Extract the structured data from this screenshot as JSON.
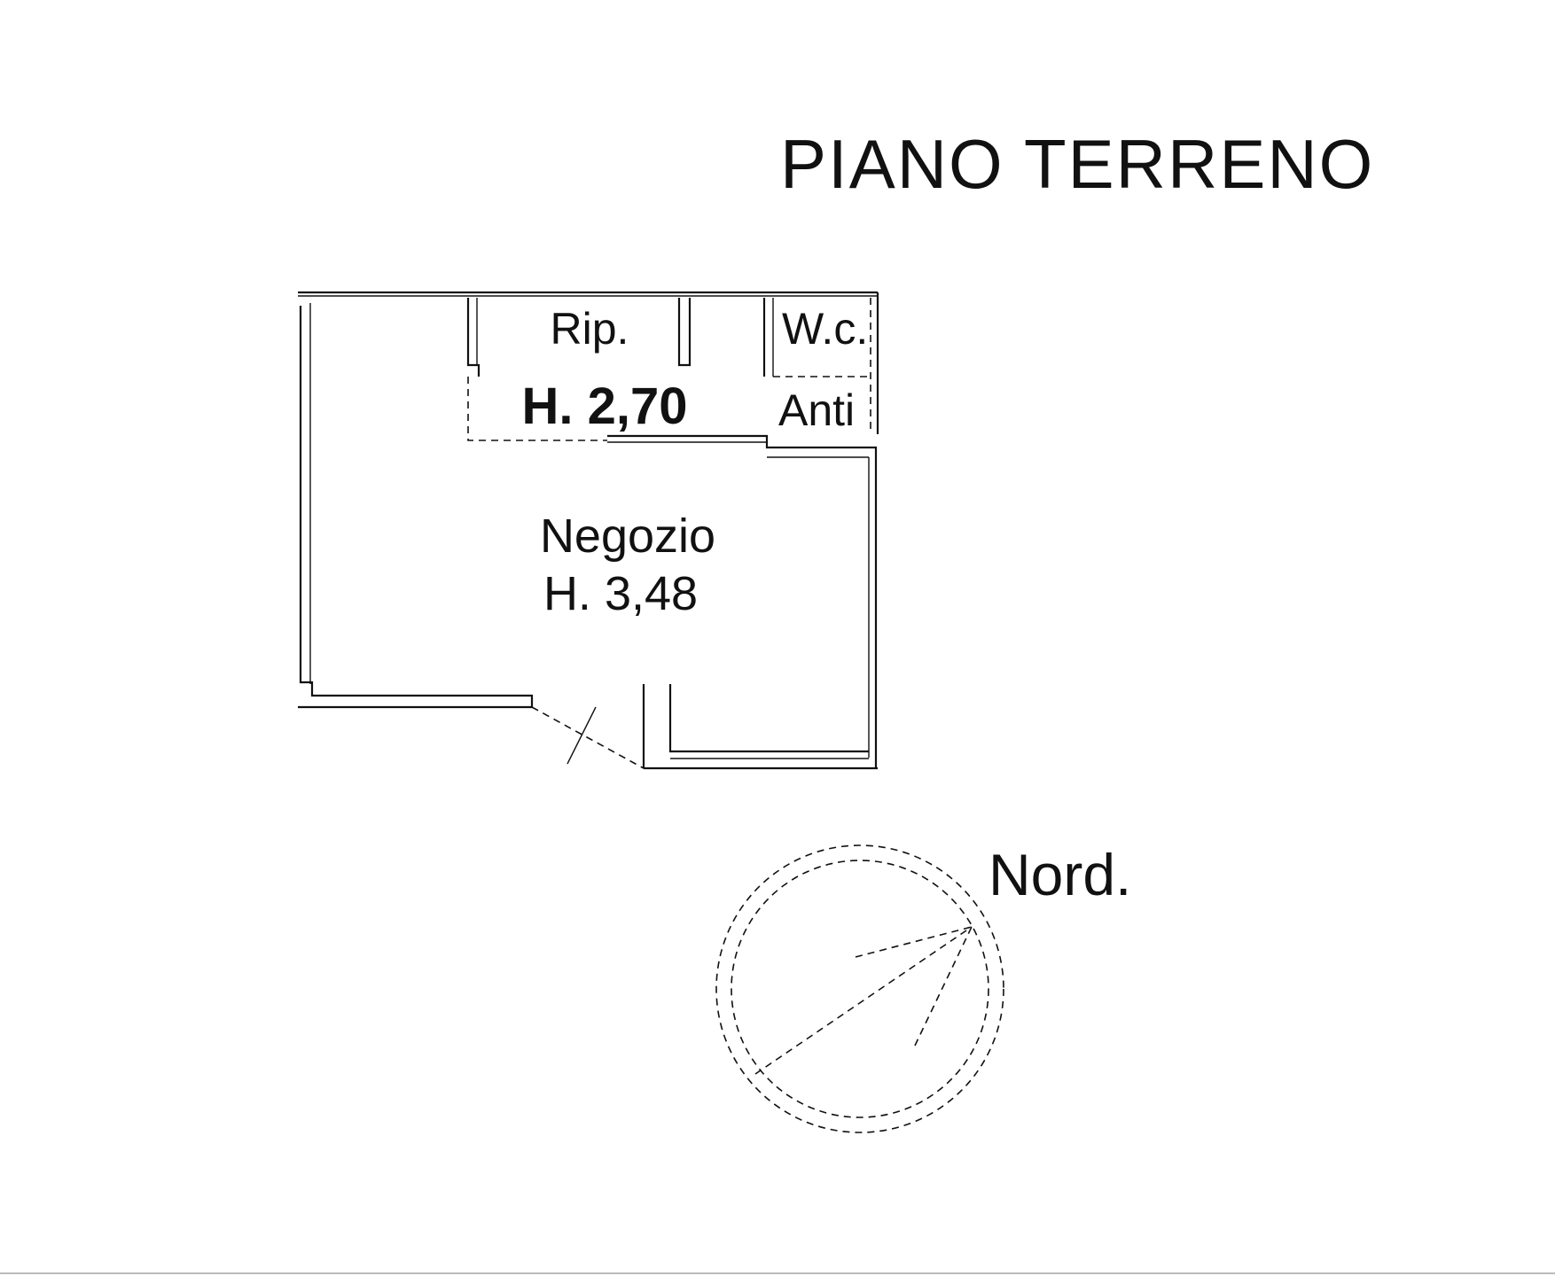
{
  "title": "PIANO TERRENO",
  "rooms": {
    "rip": {
      "name": "Rip.",
      "height": "H. 2,70"
    },
    "wc": {
      "name": "W.c.",
      "anti": "Anti"
    },
    "negozio": {
      "name": "Negozio",
      "height": "H. 3,48"
    }
  },
  "compass": {
    "label": "Nord."
  },
  "colors": {
    "ink": "#111111",
    "background": "#ffffff"
  }
}
